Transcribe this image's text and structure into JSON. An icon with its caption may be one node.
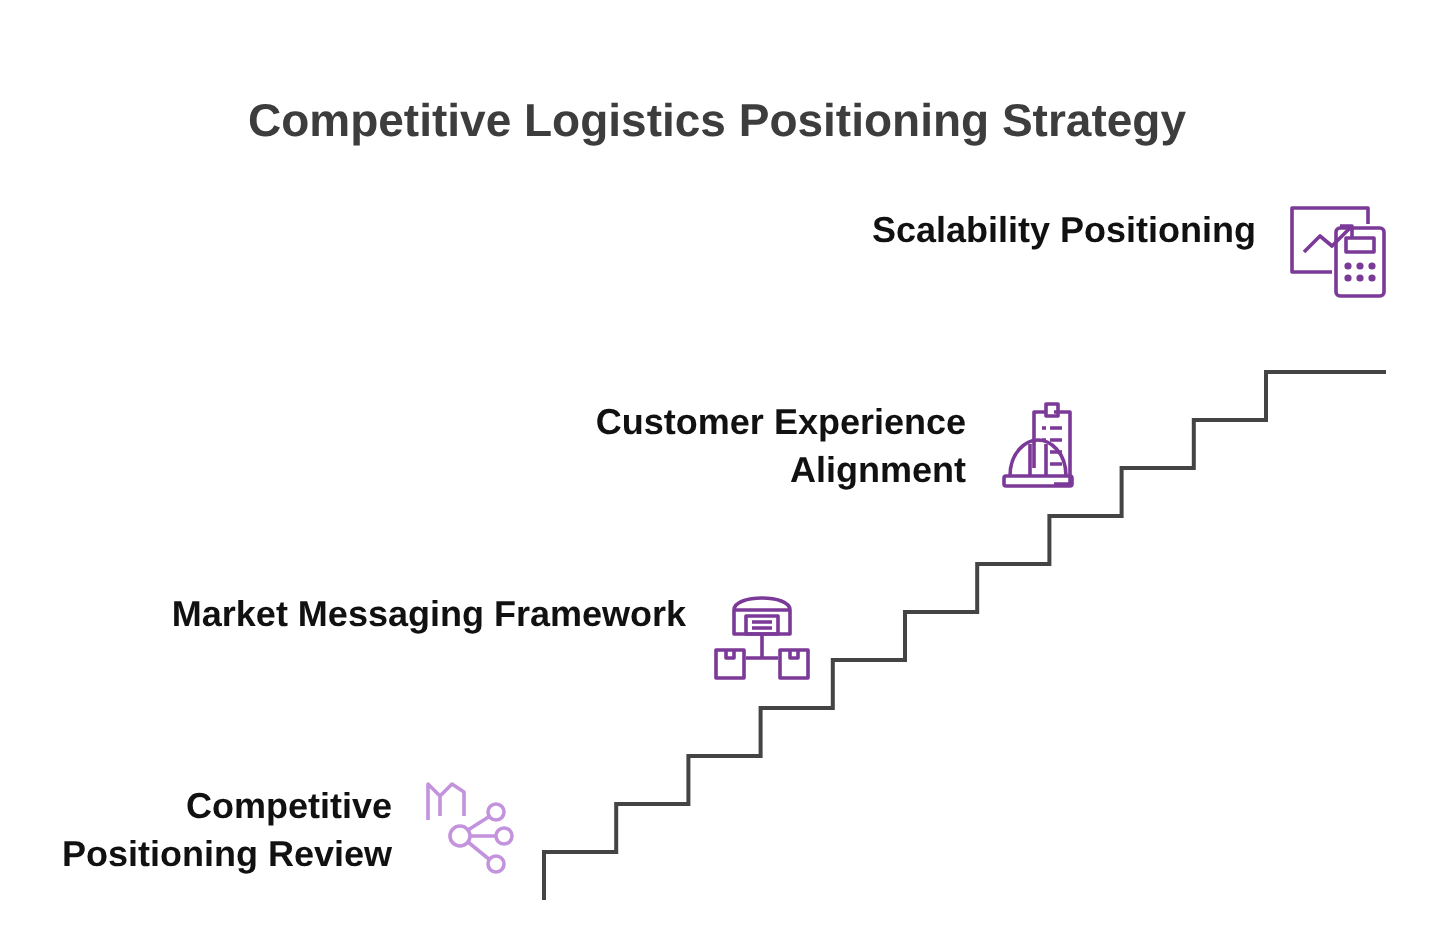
{
  "diagram": {
    "title": "Competitive Logistics Positioning Strategy",
    "labels": [
      "Scalability Positioning",
      "Customer Experience Alignment",
      "Market Messaging Framework",
      "Competitive Positioning Review"
    ]
  }
}
